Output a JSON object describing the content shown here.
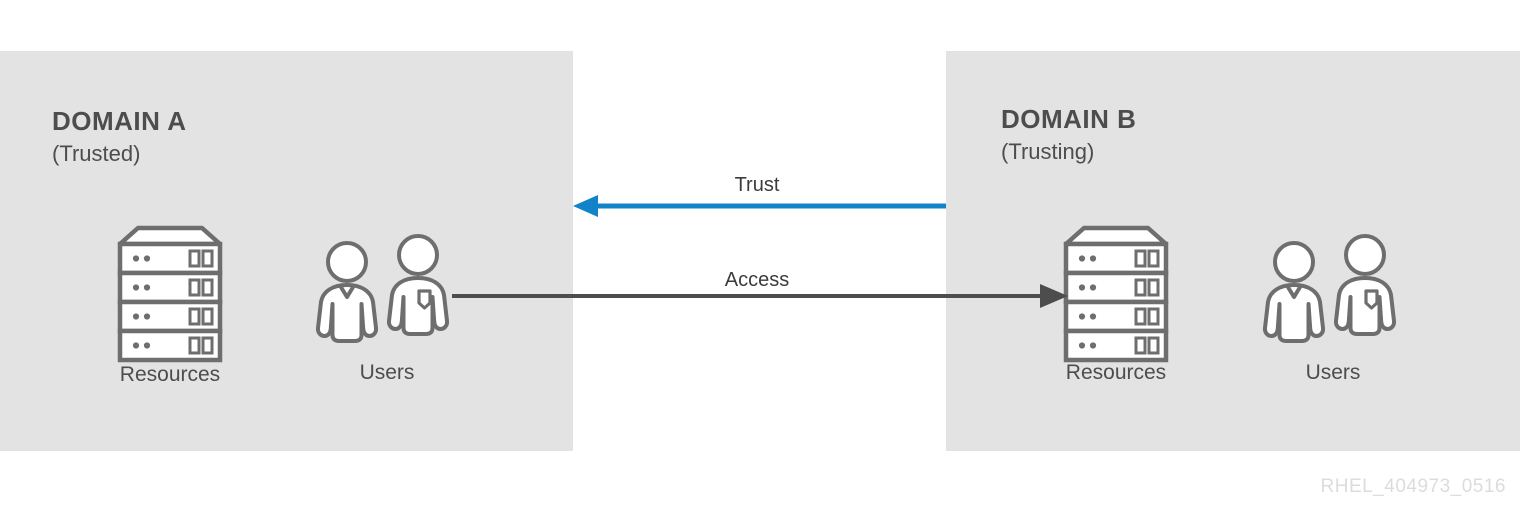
{
  "diagram": {
    "watermark": "RHEL_404973_0516",
    "colors": {
      "panel_bg": "#e3e3e3",
      "page_bg": "#ffffff",
      "text": "#4d4d4d",
      "icon_stroke": "#6e6e6e",
      "trust_arrow": "#1283c8",
      "access_arrow": "#4d4d4d",
      "watermark": "#dcdcdc"
    },
    "domains": [
      {
        "id": "domain-a",
        "title": "DOMAIN A",
        "subtitle": "(Trusted)",
        "items": [
          {
            "icon": "server-rack-icon",
            "label": "Resources",
            "units": 4
          },
          {
            "icon": "users-icon",
            "label": "Users",
            "count": 2
          }
        ]
      },
      {
        "id": "domain-b",
        "title": "DOMAIN B",
        "subtitle": "(Trusting)",
        "items": [
          {
            "icon": "server-rack-icon",
            "label": "Resources",
            "units": 4
          },
          {
            "icon": "users-icon",
            "label": "Users",
            "count": 2
          }
        ]
      }
    ],
    "connectors": [
      {
        "id": "trust-arrow",
        "label": "Trust",
        "direction": "right-to-left",
        "from": "DOMAIN B",
        "to": "DOMAIN A",
        "color": "#1283c8"
      },
      {
        "id": "access-arrow",
        "label": "Access",
        "direction": "left-to-right",
        "from": "DOMAIN A Users",
        "to": "DOMAIN B Resources",
        "color": "#4d4d4d"
      }
    ]
  }
}
